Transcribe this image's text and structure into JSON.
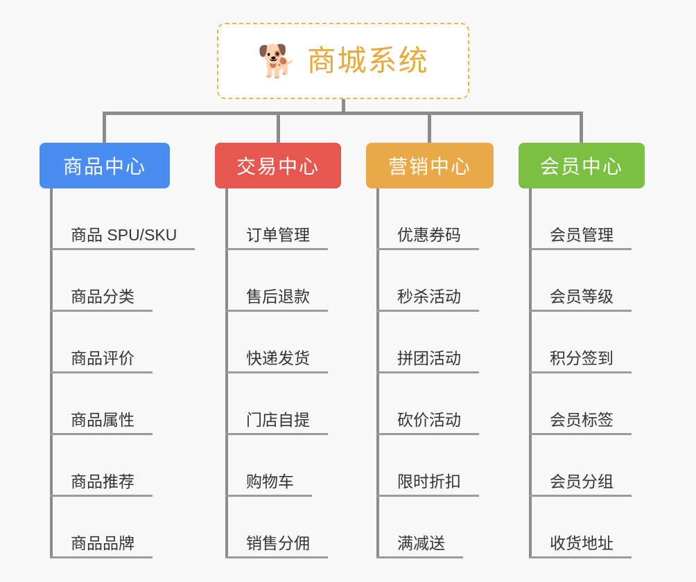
{
  "background_color": "#f8f8f8",
  "root": {
    "icon": "shiba-dog-face-emoji",
    "emoji": "🐕",
    "title": "商城系统",
    "border_color": "#f0b44a",
    "text_color": "#e8a93c"
  },
  "columns": [
    {
      "header": "商品中心",
      "color": "#4a8df0",
      "items": [
        "商品 SPU/SKU",
        "商品分类",
        "商品评价",
        "商品属性",
        "商品推荐",
        "商品品牌"
      ]
    },
    {
      "header": "交易中心",
      "color": "#e5574f",
      "items": [
        "订单管理",
        "售后退款",
        "快递发货",
        "门店自提",
        "购物车",
        "销售分佣"
      ]
    },
    {
      "header": "营销中心",
      "color": "#eaa948",
      "items": [
        "优惠券码",
        "秒杀活动",
        "拼团活动",
        "砍价活动",
        "限时折扣",
        "满减送"
      ]
    },
    {
      "header": "会员中心",
      "color": "#7ac143",
      "items": [
        "会员管理",
        "会员等级",
        "积分签到",
        "会员标签",
        "会员分组",
        "收货地址"
      ]
    }
  ],
  "connector_color": "#8c8c8c",
  "leaf_underline_color": "#9b9b9b",
  "leaf_text_color": "#333333"
}
